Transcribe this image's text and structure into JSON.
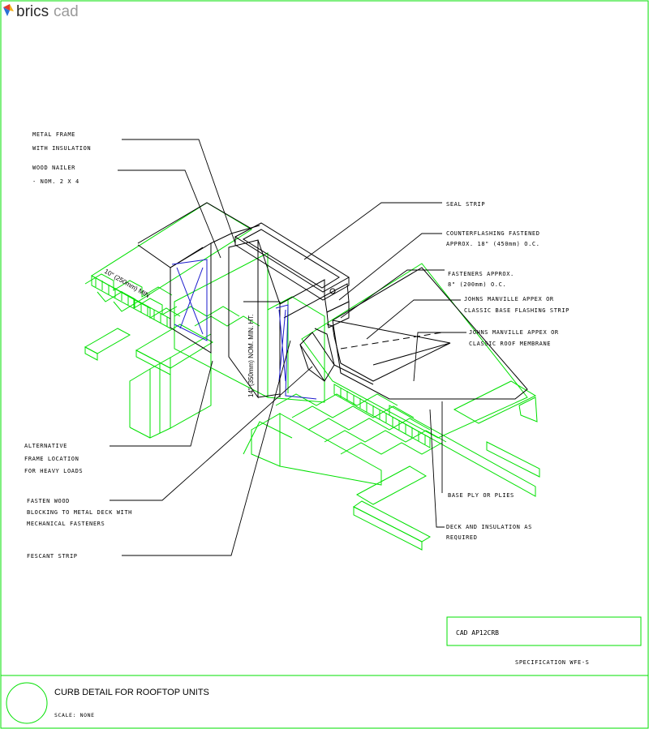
{
  "brand": {
    "name_dark": "brics",
    "name_light": "cad"
  },
  "title_block": {
    "title": "CURB DETAIL FOR ROOFTOP UNITS",
    "scale": "SCALE: NONE",
    "drawing_number": "CAD AP12CRB",
    "specification": "SPECIFICATION WFE-S"
  },
  "dimensions": {
    "curb_width": "10\" (250mm) MIN",
    "curb_height": "14\" (350mm) NOM. MIN. HT."
  },
  "callouts_left": [
    {
      "lines": [
        "METAL FRAME",
        "WITH INSULATION"
      ]
    },
    {
      "lines": [
        "WOOD NAILER",
        "- NOM. 2 X 4"
      ]
    },
    {
      "lines": [
        "ALTERNATIVE",
        "FRAME LOCATION",
        "FOR HEAVY LOADS"
      ]
    },
    {
      "lines": [
        "FASTEN WOOD",
        "BLOCKING TO METAL DECK WITH",
        "MECHANICAL FASTENERS"
      ]
    },
    {
      "lines": [
        "FESCANT STRIP"
      ]
    }
  ],
  "callouts_right": [
    {
      "lines": [
        "SEAL STRIP"
      ]
    },
    {
      "lines": [
        "COUNTERFLASHING FASTENED",
        "APPROX. 18\" (450mm) O.C."
      ]
    },
    {
      "lines": [
        "FASTENERS APPROX.",
        "8\" (200mm) O.C."
      ]
    },
    {
      "lines": [
        "JOHNS MANVILLE APPEX OR",
        "CLASSIC BASE FLASHING STRIP"
      ]
    },
    {
      "lines": [
        "JOHNS MANVILLE APPEX OR",
        "CLASSIC ROOF MEMBRANE"
      ]
    },
    {
      "lines": [
        "BASE PLY OR PLIES"
      ]
    },
    {
      "lines": [
        "DECK AND INSULATION AS",
        "REQUIRED"
      ]
    }
  ],
  "colors": {
    "frame": "#00e000",
    "detail_green": "#00e000",
    "flashing_blue": "#1a1acc",
    "lines": "#000000"
  }
}
